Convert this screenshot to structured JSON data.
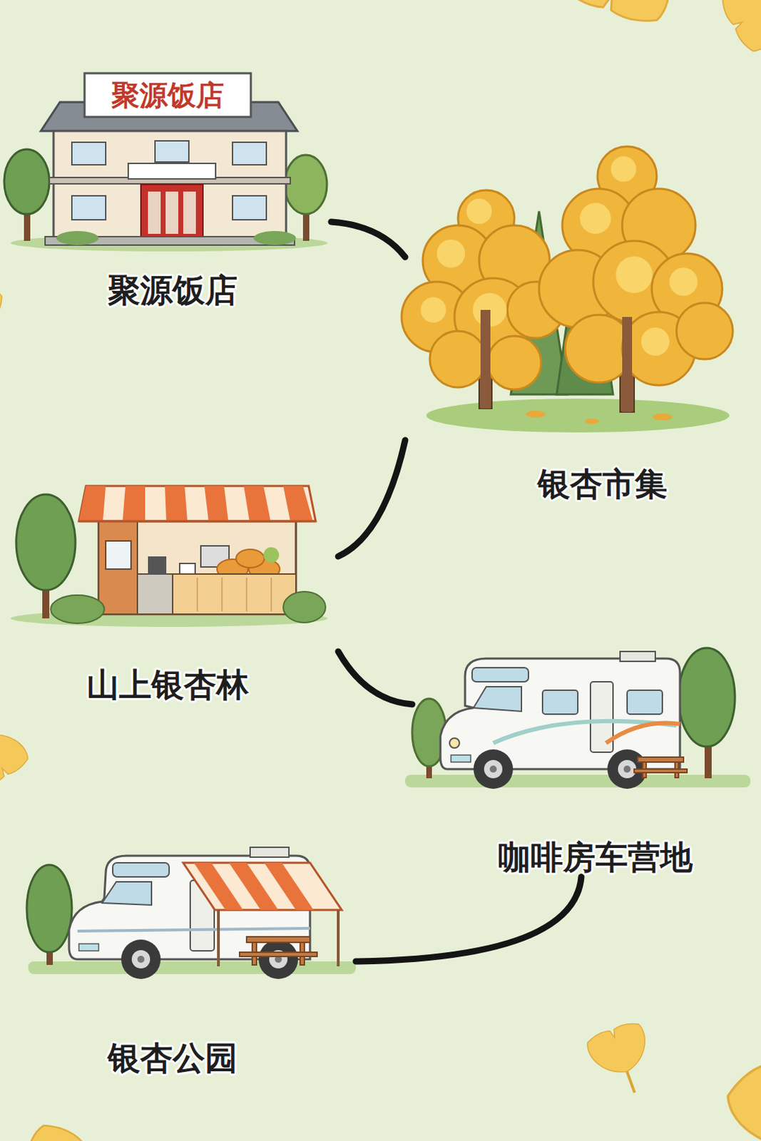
{
  "diagram": {
    "nodes": [
      {
        "text": [
          "聚源饭店"
        ]
      },
      {
        "text": [
          "银杏市集"
        ]
      },
      {
        "text": [
          "山上银杏林"
        ]
      },
      {
        "text": [
          "咖啡房车营地"
        ]
      },
      {
        "text": [
          "银杏公园"
        ]
      }
    ],
    "edges": [
      {
        "from": 0,
        "to": 1,
        "arrow": "none"
      },
      {
        "from": 1,
        "to": 2,
        "arrow": "none"
      },
      {
        "from": 2,
        "to": 3,
        "arrow": "none"
      },
      {
        "from": 3,
        "to": 4,
        "arrow": "none"
      }
    ],
    "labels": [
      "聚源饭店"
    ]
  }
}
